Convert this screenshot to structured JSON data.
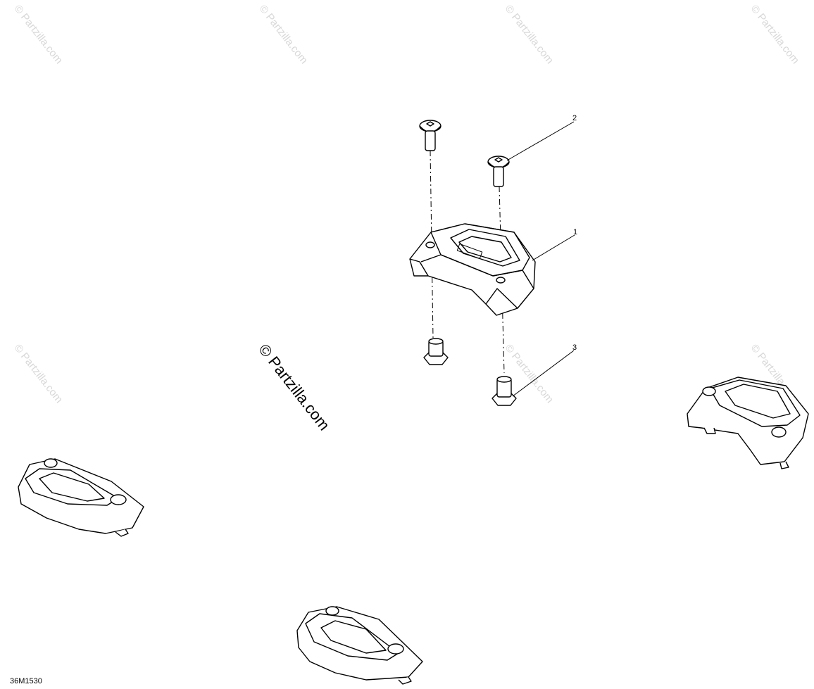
{
  "callouts": [
    {
      "label": "1"
    },
    {
      "label": "2"
    },
    {
      "label": "3"
    }
  ],
  "figure_code": "36M1530",
  "watermark": {
    "main_text": "© Partzilla.com",
    "tile_text": "© Partzilla.com"
  },
  "colors": {
    "line": "#000000",
    "background": "#ffffff",
    "watermark": "#d8d8d8"
  }
}
